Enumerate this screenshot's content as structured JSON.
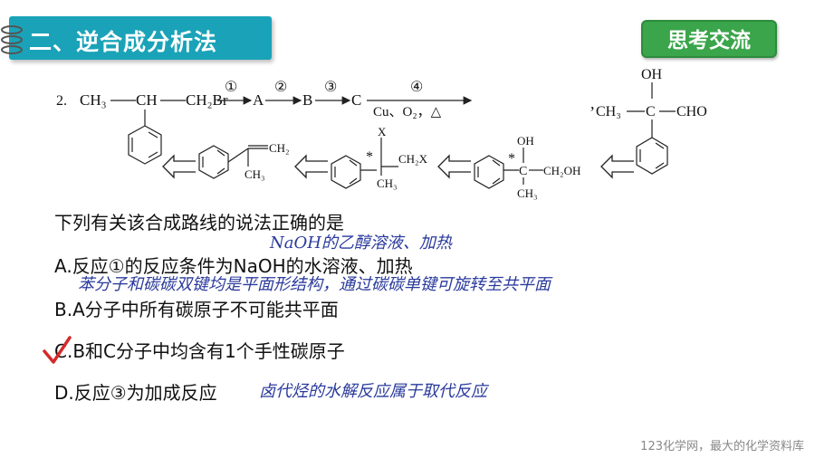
{
  "header": {
    "title": "二、逆合成分析法",
    "discuss_label": "思考交流"
  },
  "reaction": {
    "problem_number": "2.",
    "reactant_formula": [
      "CH₃",
      "CH",
      "CH₂Br"
    ],
    "steps": [
      "①",
      "②",
      "③",
      "④"
    ],
    "intermediates": [
      "A",
      "B",
      "C"
    ],
    "conditions": "Cu、O₂，△",
    "product_groups": {
      "oh": "OH",
      "ch3": "CH₃",
      "c": "C",
      "cho": "CHO"
    }
  },
  "retro": {
    "labels": {
      "ch2": "CH₂",
      "ch3": "CH₃",
      "x": "X",
      "ch2x": "CH₂X",
      "oh": "OH",
      "ch2oh": "CH₂OH",
      "star": "*"
    }
  },
  "question": {
    "stem": "下列有关该合成路线的说法正确的是",
    "options": [
      "A.反应①的反应条件为NaOH的水溶液、加热",
      "B.A分子中所有碳原子不可能共平面",
      "C.B和C分子中均含有1个手性碳原子",
      "D.反应③为加成反应"
    ]
  },
  "annotations": {
    "a_note": "NaOH的乙醇溶液、加热",
    "b_note": "苯分子和碳碳双键均是平面形结构，通过碳碳单键可旋转至共平面",
    "d_note": "卤代烃的水解反应属于取代反应"
  },
  "footer": {
    "watermark": "123化学网，最大的化学资料库"
  },
  "colors": {
    "banner": "#1aa3b8",
    "discuss": "#3aa54a",
    "handwriting": "#2a3a9c",
    "check": "#d42a2a"
  }
}
